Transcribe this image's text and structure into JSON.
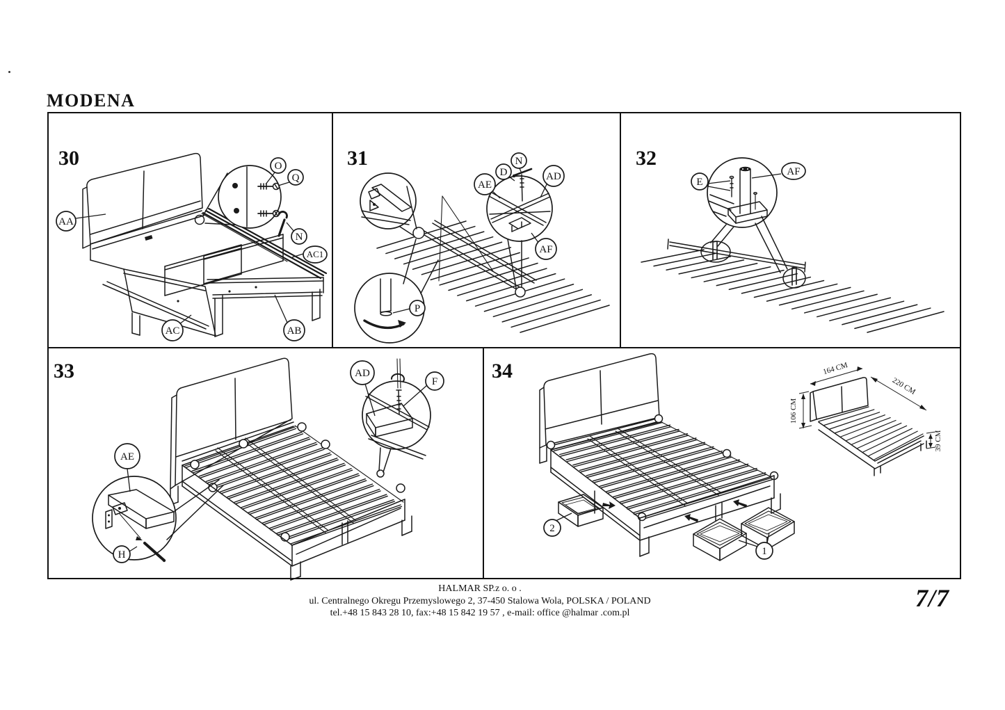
{
  "page": {
    "title": "MODENA",
    "page_number": "7/7"
  },
  "footer": {
    "company": "HALMAR SP.z o. o .",
    "address": "ul. Centralnego Okregu Przemyslowego 2, 37-450 Stalowa Wola, POLSKA / POLAND",
    "contact": "tel.+48 15 843 28 10, fax:+48 15 842 19 57 , e-mail: office @halmar .com.pl"
  },
  "steps": {
    "s30": {
      "number": "30",
      "callouts": {
        "aa": "AA",
        "o": "O",
        "q": "Q",
        "n": "N",
        "ac1": "AC1",
        "ac": "AC",
        "ab": "AB"
      }
    },
    "s31": {
      "number": "31",
      "callouts": {
        "n": "N",
        "d": "D",
        "ae": "AE",
        "ad": "AD",
        "af": "AF",
        "p": "P"
      }
    },
    "s32": {
      "number": "32",
      "callouts": {
        "e": "E",
        "af": "AF"
      }
    },
    "s33": {
      "number": "33",
      "callouts": {
        "ae": "AE",
        "h": "H",
        "ad": "AD",
        "f": "F"
      }
    },
    "s34": {
      "number": "34",
      "callouts": {
        "drawer_large": "2",
        "drawer_small": "1"
      }
    }
  },
  "dimensions": {
    "width": "164 CM",
    "length": "220 CM",
    "height": "106 CM",
    "drawer_height": "39 CM"
  }
}
